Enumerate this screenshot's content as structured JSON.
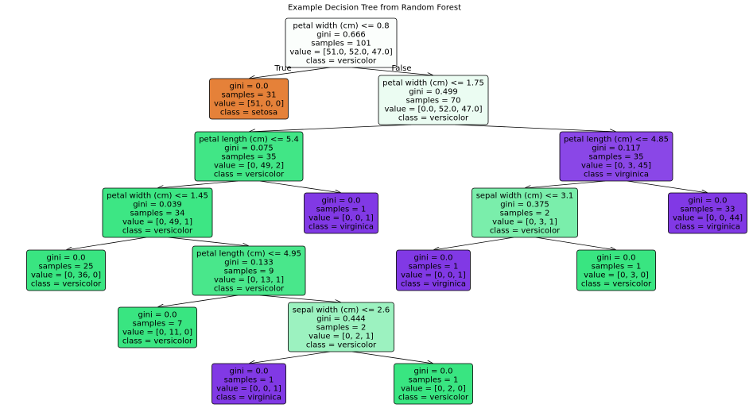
{
  "title": "Example Decision Tree from Random Forest",
  "colors": {
    "setosa": "#e58139",
    "versicolor": "#39e581",
    "virginica": "#8139e5",
    "border": "#000000"
  },
  "edge_labels": {
    "left": "True",
    "right": "False"
  },
  "nodes": [
    {
      "id": 0,
      "lines": [
        "petal width (cm) <= 0.8",
        "gini = 0.666",
        "samples = 101",
        "value = [51.0, 52.0, 47.0]",
        "class = versicolor"
      ],
      "class": "versicolor",
      "purity": 0.02
    },
    {
      "id": 1,
      "lines": [
        "gini = 0.0",
        "samples = 31",
        "value = [51, 0, 0]",
        "class = setosa"
      ],
      "class": "setosa",
      "purity": 1.0
    },
    {
      "id": 2,
      "lines": [
        "petal width (cm) <= 1.75",
        "gini = 0.499",
        "samples = 70",
        "value = [0.0, 52.0, 47.0]",
        "class = versicolor"
      ],
      "class": "versicolor",
      "purity": 0.1
    },
    {
      "id": 3,
      "lines": [
        "petal length (cm) <= 5.4",
        "gini = 0.075",
        "samples = 35",
        "value = [0, 49, 2]",
        "class = versicolor"
      ],
      "class": "versicolor",
      "purity": 0.96
    },
    {
      "id": 4,
      "lines": [
        "petal width (cm) <= 1.45",
        "gini = 0.039",
        "samples = 34",
        "value = [0, 49, 1]",
        "class = versicolor"
      ],
      "class": "versicolor",
      "purity": 0.98
    },
    {
      "id": 5,
      "lines": [
        "gini = 0.0",
        "samples = 25",
        "value = [0, 36, 0]",
        "class = versicolor"
      ],
      "class": "versicolor",
      "purity": 1.0
    },
    {
      "id": 6,
      "lines": [
        "petal length (cm) <= 4.95",
        "gini = 0.133",
        "samples = 9",
        "value = [0, 13, 1]",
        "class = versicolor"
      ],
      "class": "versicolor",
      "purity": 0.92
    },
    {
      "id": 7,
      "lines": [
        "gini = 0.0",
        "samples = 7",
        "value = [0, 11, 0]",
        "class = versicolor"
      ],
      "class": "versicolor",
      "purity": 1.0
    },
    {
      "id": 8,
      "lines": [
        "sepal width (cm) <= 2.6",
        "gini = 0.444",
        "samples = 2",
        "value = [0, 2, 1]",
        "class = versicolor"
      ],
      "class": "versicolor",
      "purity": 0.5
    },
    {
      "id": 9,
      "lines": [
        "gini = 0.0",
        "samples = 1",
        "value = [0, 0, 1]",
        "class = virginica"
      ],
      "class": "virginica",
      "purity": 1.0
    },
    {
      "id": 10,
      "lines": [
        "gini = 0.0",
        "samples = 1",
        "value = [0, 2, 0]",
        "class = versicolor"
      ],
      "class": "versicolor",
      "purity": 1.0
    },
    {
      "id": 11,
      "lines": [
        "gini = 0.0",
        "samples = 1",
        "value = [0, 0, 1]",
        "class = virginica"
      ],
      "class": "virginica",
      "purity": 1.0
    },
    {
      "id": 12,
      "lines": [
        "petal length (cm) <= 4.85",
        "gini = 0.117",
        "samples = 35",
        "value = [0, 3, 45]",
        "class = virginica"
      ],
      "class": "virginica",
      "purity": 0.93
    },
    {
      "id": 13,
      "lines": [
        "sepal width (cm) <= 3.1",
        "gini = 0.375",
        "samples = 2",
        "value = [0, 3, 1]",
        "class = versicolor"
      ],
      "class": "versicolor",
      "purity": 0.67
    },
    {
      "id": 14,
      "lines": [
        "gini = 0.0",
        "samples = 1",
        "value = [0, 0, 1]",
        "class = virginica"
      ],
      "class": "virginica",
      "purity": 1.0
    },
    {
      "id": 15,
      "lines": [
        "gini = 0.0",
        "samples = 1",
        "value = [0, 3, 0]",
        "class = versicolor"
      ],
      "class": "versicolor",
      "purity": 1.0
    },
    {
      "id": 16,
      "lines": [
        "gini = 0.0",
        "samples = 33",
        "value = [0, 0, 44]",
        "class = virginica"
      ],
      "class": "virginica",
      "purity": 1.0
    }
  ],
  "edges": [
    {
      "from": 0,
      "to": 1,
      "label": "left"
    },
    {
      "from": 0,
      "to": 2,
      "label": "right"
    },
    {
      "from": 2,
      "to": 3
    },
    {
      "from": 2,
      "to": 12
    },
    {
      "from": 3,
      "to": 4
    },
    {
      "from": 3,
      "to": 11
    },
    {
      "from": 4,
      "to": 5
    },
    {
      "from": 4,
      "to": 6
    },
    {
      "from": 6,
      "to": 7
    },
    {
      "from": 6,
      "to": 8
    },
    {
      "from": 8,
      "to": 9
    },
    {
      "from": 8,
      "to": 10
    },
    {
      "from": 12,
      "to": 13
    },
    {
      "from": 12,
      "to": 16
    },
    {
      "from": 13,
      "to": 14
    },
    {
      "from": 13,
      "to": 15
    }
  ]
}
